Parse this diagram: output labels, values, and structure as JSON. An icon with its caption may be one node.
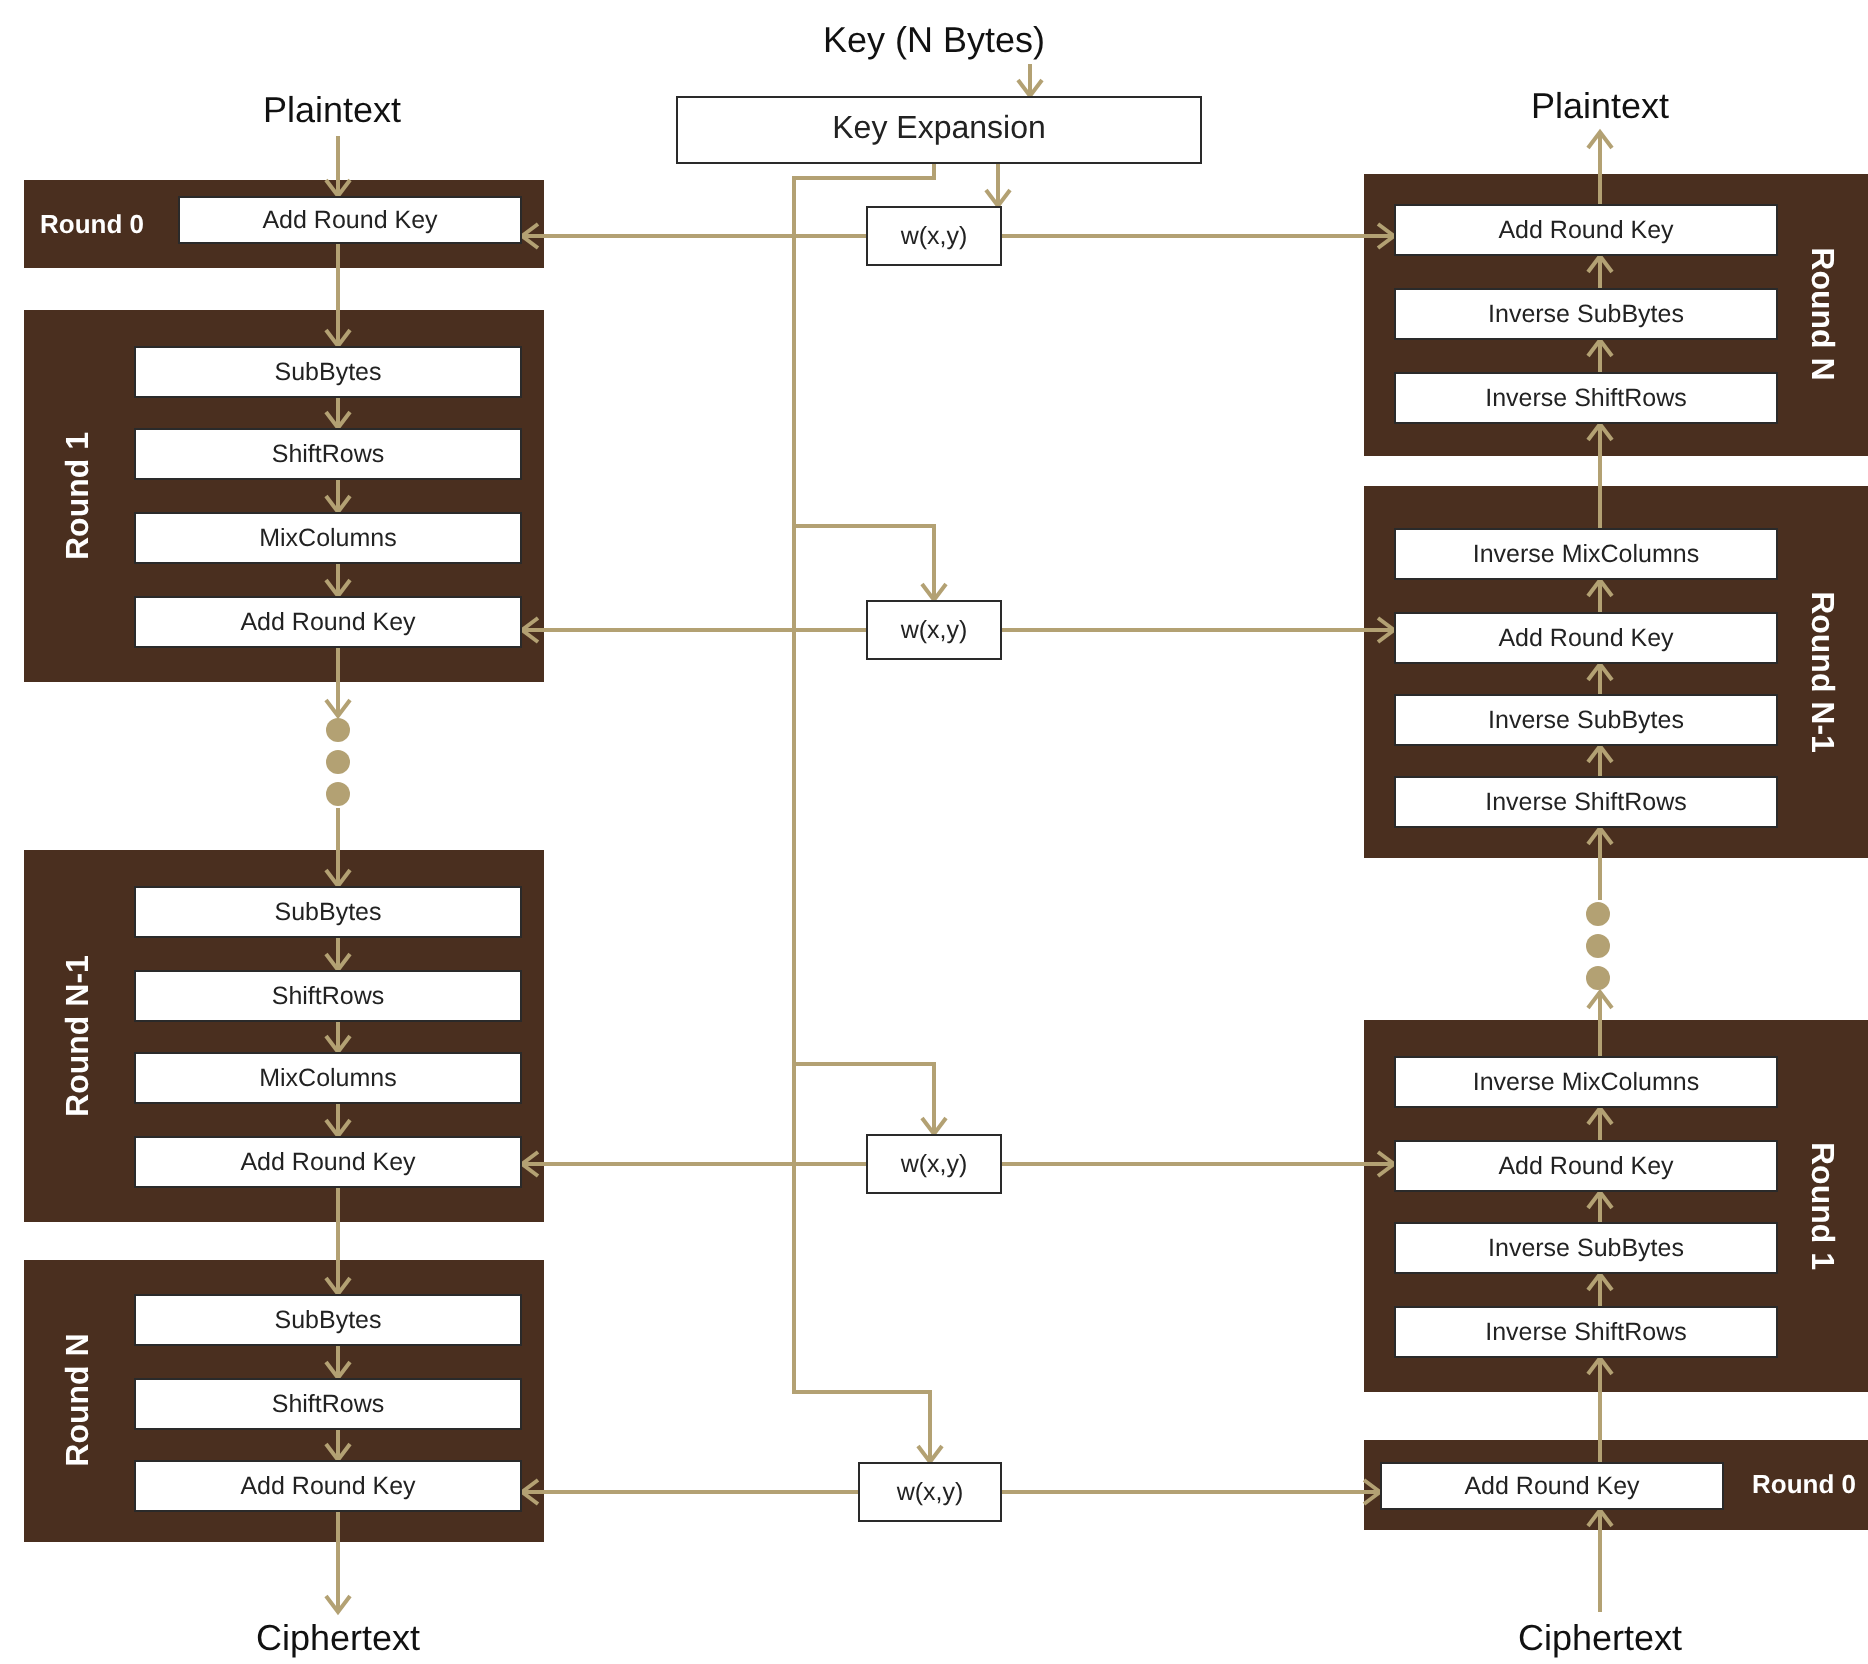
{
  "diagram": {
    "nodes": [
      {
        "text": [
          "Key (N Bytes)"
        ]
      },
      {
        "text": [
          "Key Expansion"
        ]
      },
      {
        "text": [
          "Plaintext"
        ]
      },
      {
        "text": [
          "Round 0"
        ]
      },
      {
        "text": [
          "Add Round Key"
        ],
        "in": 3
      },
      {
        "text": [
          "w(x,y)"
        ]
      },
      {
        "text": [
          "Plaintext"
        ]
      },
      {
        "text": [
          "Round N"
        ]
      },
      {
        "text": [
          "Add Round Key"
        ],
        "in": 7
      },
      {
        "text": [
          "Inverse SubBytes"
        ],
        "in": 7
      },
      {
        "text": [
          "Inverse ShiftRows"
        ],
        "in": 7
      },
      {
        "text": [
          "Round 1"
        ]
      },
      {
        "text": [
          "SubBytes"
        ],
        "in": 11
      },
      {
        "text": [
          "ShiftRows"
        ],
        "in": 11
      },
      {
        "text": [
          "MixColumns"
        ],
        "in": 11
      },
      {
        "text": [
          "Add Round Key"
        ],
        "in": 11
      },
      {
        "text": [
          "Round N-1"
        ]
      },
      {
        "text": [
          "Inverse MixColumns"
        ],
        "in": 16
      },
      {
        "text": [
          "Add Round Key"
        ],
        "in": 16
      },
      {
        "text": [
          "Inverse SubBytes"
        ],
        "in": 16
      },
      {
        "text": [
          "Inverse ShiftRows"
        ],
        "in": 16
      },
      {
        "text": [
          "w(x,y)"
        ]
      },
      {
        "text": [],
        "shape": "dots"
      },
      {
        "text": [],
        "shape": "dots"
      },
      {
        "text": [
          "Round N-1"
        ]
      },
      {
        "text": [
          "SubBytes"
        ],
        "in": 24
      },
      {
        "text": [
          "ShiftRows"
        ],
        "in": 24
      },
      {
        "text": [
          "MixColumns"
        ],
        "in": 24
      },
      {
        "text": [
          "Add Round Key"
        ],
        "in": 24
      },
      {
        "text": [
          "w(x,y)"
        ]
      },
      {
        "text": [
          "Round 1"
        ]
      },
      {
        "text": [
          "Inverse MixColumns"
        ],
        "in": 30
      },
      {
        "text": [
          "Add Round Key"
        ],
        "in": 30
      },
      {
        "text": [
          "Inverse SubBytes"
        ],
        "in": 30
      },
      {
        "text": [
          "Inverse ShiftRows"
        ],
        "in": 30
      },
      {
        "text": [
          "Round N"
        ]
      },
      {
        "text": [
          "SubBytes"
        ],
        "in": 35
      },
      {
        "text": [
          "ShiftRows"
        ],
        "in": 35
      },
      {
        "text": [
          "Add Round Key"
        ],
        "in": 35
      },
      {
        "text": [
          "w(x,y)"
        ]
      },
      {
        "text": [
          "Round 0"
        ]
      },
      {
        "text": [
          "Add Round Key"
        ],
        "in": 40
      },
      {
        "text": [
          "Ciphertext"
        ]
      },
      {
        "text": [
          "Ciphertext"
        ]
      }
    ],
    "edges": [
      {
        "from": 0,
        "to": 1,
        "arrow": "to"
      },
      {
        "from": 1,
        "to": 5,
        "arrow": "to"
      },
      {
        "from": 1,
        "to": 21,
        "arrow": "to"
      },
      {
        "from": 1,
        "to": 29,
        "arrow": "to"
      },
      {
        "from": 1,
        "to": 39,
        "arrow": "to"
      },
      {
        "from": 5,
        "to": 4,
        "arrow": "to"
      },
      {
        "from": 5,
        "to": 8,
        "arrow": "to"
      },
      {
        "from": 21,
        "to": 15,
        "arrow": "to"
      },
      {
        "from": 21,
        "to": 18,
        "arrow": "to"
      },
      {
        "from": 29,
        "to": 28,
        "arrow": "to"
      },
      {
        "from": 29,
        "to": 32,
        "arrow": "to"
      },
      {
        "from": 39,
        "to": 38,
        "arrow": "to"
      },
      {
        "from": 39,
        "to": 41,
        "arrow": "to"
      },
      {
        "from": 2,
        "to": 4,
        "arrow": "to"
      },
      {
        "from": 4,
        "to": 12,
        "arrow": "to"
      },
      {
        "from": 12,
        "to": 13,
        "arrow": "to"
      },
      {
        "from": 13,
        "to": 14,
        "arrow": "to"
      },
      {
        "from": 14,
        "to": 15,
        "arrow": "to"
      },
      {
        "from": 15,
        "to": 22,
        "arrow": "to"
      },
      {
        "from": 22,
        "to": 25,
        "arrow": "to"
      },
      {
        "from": 25,
        "to": 26,
        "arrow": "to"
      },
      {
        "from": 26,
        "to": 27,
        "arrow": "to"
      },
      {
        "from": 27,
        "to": 28,
        "arrow": "to"
      },
      {
        "from": 28,
        "to": 36,
        "arrow": "to"
      },
      {
        "from": 36,
        "to": 37,
        "arrow": "to"
      },
      {
        "from": 37,
        "to": 38,
        "arrow": "to"
      },
      {
        "from": 38,
        "to": 42,
        "arrow": "to"
      },
      {
        "from": 43,
        "to": 41,
        "arrow": "to"
      },
      {
        "from": 41,
        "to": 34,
        "arrow": "to"
      },
      {
        "from": 34,
        "to": 33,
        "arrow": "to"
      },
      {
        "from": 33,
        "to": 32,
        "arrow": "to"
      },
      {
        "from": 32,
        "to": 31,
        "arrow": "to"
      },
      {
        "from": 31,
        "to": 23,
        "arrow": "to"
      },
      {
        "from": 23,
        "to": 20,
        "arrow": "to"
      },
      {
        "from": 20,
        "to": 19,
        "arrow": "to"
      },
      {
        "from": 19,
        "to": 18,
        "arrow": "to"
      },
      {
        "from": 18,
        "to": 17,
        "arrow": "to"
      },
      {
        "from": 17,
        "to": 10,
        "arrow": "to"
      },
      {
        "from": 10,
        "to": 9,
        "arrow": "to"
      },
      {
        "from": 9,
        "to": 8,
        "arrow": "to"
      },
      {
        "from": 8,
        "to": 6,
        "arrow": "to"
      }
    ]
  }
}
